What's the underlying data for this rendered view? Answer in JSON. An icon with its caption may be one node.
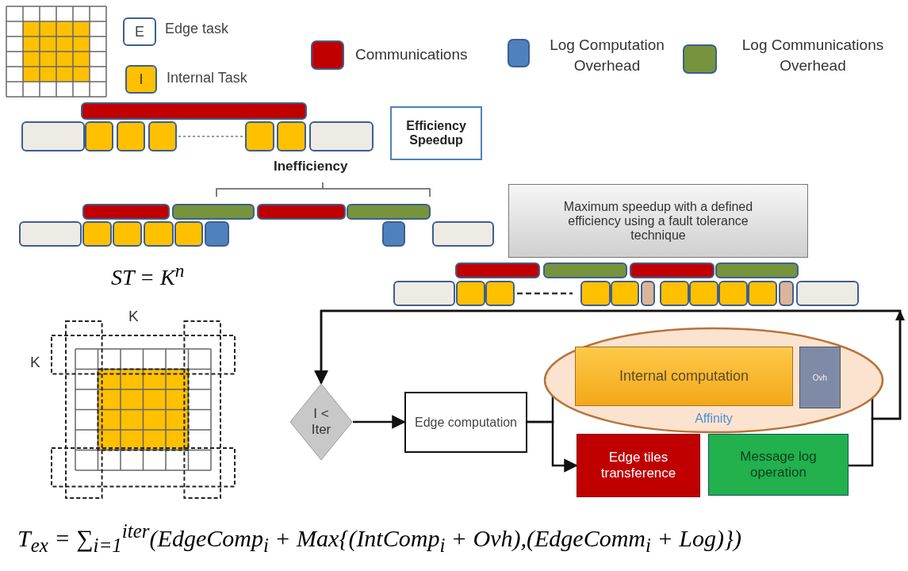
{
  "diagram": {
    "nodes": [
      {
        "text": [
          "E"
        ],
        "beside": [
          "Edge task"
        ]
      },
      {
        "text": [
          "I"
        ],
        "beside": [
          "Internal Task"
        ]
      },
      {
        "text": [
          "Efficiency Speedup"
        ]
      },
      {
        "text": [
          "Maximum speedup with a defined efficiency using a fault tolerance technique"
        ]
      },
      {
        "text": [
          "I < Iter"
        ]
      },
      {
        "text": [
          "Edge computation"
        ]
      },
      {
        "text": [
          "Affinity"
        ]
      },
      {
        "text": [
          "Internal computation"
        ],
        "in": 6
      },
      {
        "text": [
          "Ovh"
        ],
        "in": 6
      },
      {
        "text": [
          "Edge tiles transference"
        ]
      },
      {
        "text": [
          "Message log operation"
        ]
      }
    ],
    "edges": [
      {
        "from": 4,
        "to": 5,
        "arrow": "to"
      },
      {
        "from": 5,
        "to": 7,
        "arrow": "to"
      },
      {
        "from": 5,
        "to": 9,
        "arrow": "to"
      },
      {
        "from": 8,
        "to": 4,
        "arrow": "to"
      },
      {
        "from": 10,
        "to": 4,
        "arrow": "to"
      }
    ],
    "labels": [
      "Inefficiency",
      "ST = K$^{n}$",
      "K",
      "K",
      "T$_{ex}$ = ∑$_{i=1}$$^{iter}$(EdgeComp$_{i}$ + Max{(IntComp$_{i}$ + Ovh),(EdgeComm$_{i}$ + Log)})"
    ],
    "legend": [
      {
        "text": "Communications",
        "color": "#c00000"
      },
      {
        "text": "Log Computation Overhead",
        "color": "#4f81bd"
      },
      {
        "text": "Log Communications Overhead",
        "color": "#77933c"
      }
    ]
  }
}
